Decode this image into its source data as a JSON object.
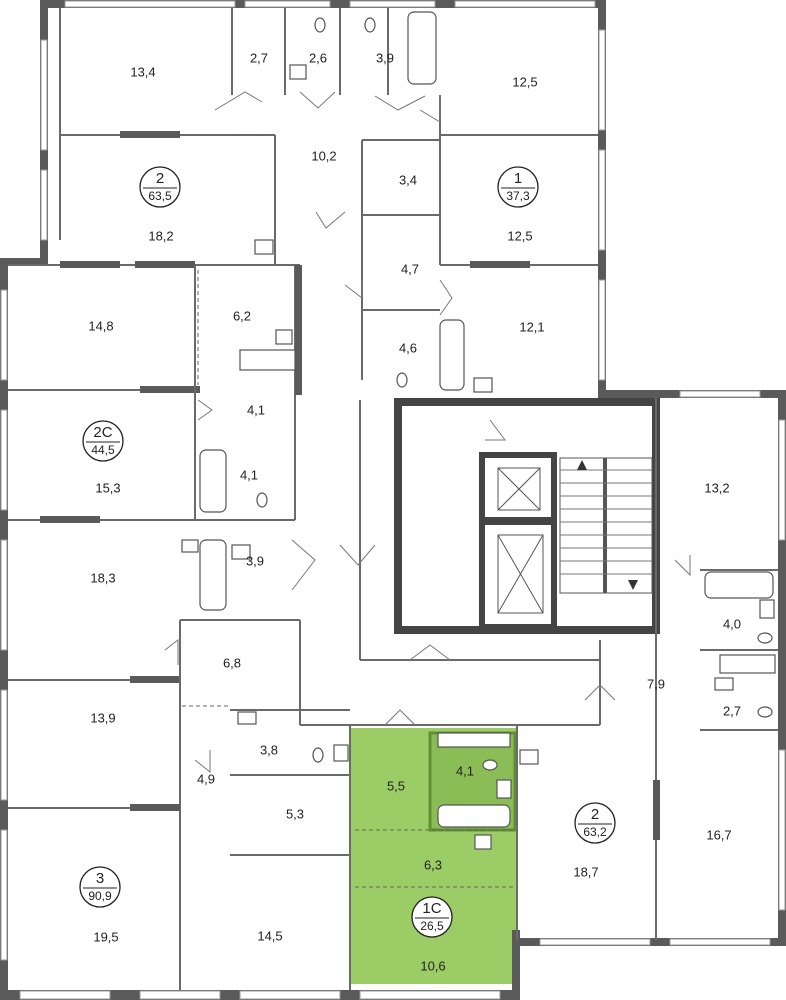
{
  "rooms": [
    {
      "id": "r1",
      "label": "13,4"
    },
    {
      "id": "r2",
      "label": "2,7"
    },
    {
      "id": "r3",
      "label": "2,6"
    },
    {
      "id": "r4",
      "label": "3,9"
    },
    {
      "id": "r5",
      "label": "12,5"
    },
    {
      "id": "r6",
      "label": "10,2"
    },
    {
      "id": "r7",
      "label": "3,4"
    },
    {
      "id": "r8",
      "label": "18,2"
    },
    {
      "id": "r9",
      "label": "12,5"
    },
    {
      "id": "r10",
      "label": "4,7"
    },
    {
      "id": "r11",
      "label": "14,8"
    },
    {
      "id": "r12",
      "label": "6,2"
    },
    {
      "id": "r13",
      "label": "4,6"
    },
    {
      "id": "r14",
      "label": "12,1"
    },
    {
      "id": "r15",
      "label": "4,1"
    },
    {
      "id": "r16",
      "label": "4,1"
    },
    {
      "id": "r17",
      "label": "15,3"
    },
    {
      "id": "r18",
      "label": "13,2"
    },
    {
      "id": "r19",
      "label": "18,3"
    },
    {
      "id": "r20",
      "label": "3,9"
    },
    {
      "id": "r21",
      "label": "4,0"
    },
    {
      "id": "r22",
      "label": "6,8"
    },
    {
      "id": "r23",
      "label": "7,9"
    },
    {
      "id": "r24",
      "label": "2,7"
    },
    {
      "id": "r25",
      "label": "13,9"
    },
    {
      "id": "r26",
      "label": "3,8"
    },
    {
      "id": "r27",
      "label": "4,1"
    },
    {
      "id": "r28",
      "label": "5,5"
    },
    {
      "id": "r29",
      "label": "4,9"
    },
    {
      "id": "r30",
      "label": "5,3"
    },
    {
      "id": "r31",
      "label": "16,7"
    },
    {
      "id": "r32",
      "label": "6,3"
    },
    {
      "id": "r33",
      "label": "18,7"
    },
    {
      "id": "r34",
      "label": "19,5"
    },
    {
      "id": "r35",
      "label": "14,5"
    },
    {
      "id": "r36",
      "label": "10,6"
    }
  ],
  "apartments": [
    {
      "id": "a1",
      "number": "2",
      "area": "63,5"
    },
    {
      "id": "a2",
      "number": "1",
      "area": "37,3"
    },
    {
      "id": "a3",
      "number": "2С",
      "area": "44,5"
    },
    {
      "id": "a4",
      "number": "2",
      "area": "63,2"
    },
    {
      "id": "a5",
      "number": "3",
      "area": "90,9"
    },
    {
      "id": "a6",
      "number": "1С",
      "area": "26,5",
      "highlighted": true
    }
  ],
  "colors": {
    "highlight": "#9ccc65",
    "wall": "#5a5a5a",
    "badge_fill": "#ffffff"
  }
}
